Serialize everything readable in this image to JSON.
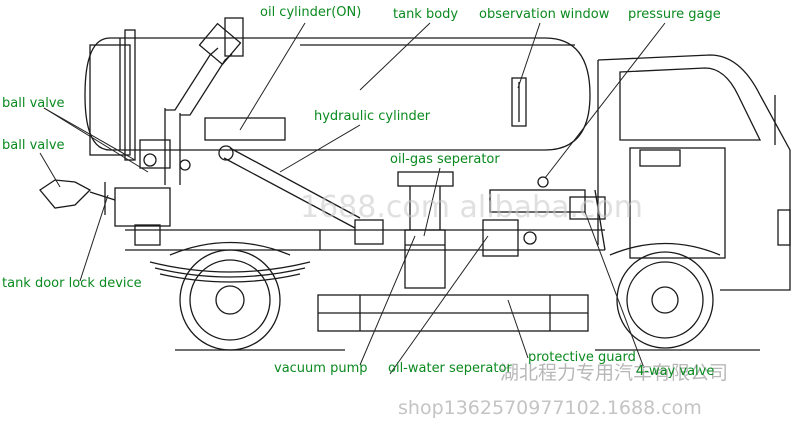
{
  "labels": {
    "oil_cylinder": "oil cylinder(ON)",
    "tank_body": "tank body",
    "observation_window": "observation window",
    "pressure_gage": "pressure gage",
    "ball_valve_1": "ball valve",
    "ball_valve_2": "ball valve",
    "hydraulic_cylinder": "hydraulic cylinder",
    "oil_gas_seperator": "oil-gas seperator",
    "tank_door_lock": "tank door lock device",
    "protective_guard": "protective guard",
    "vacuum_pump": "vacuum pump",
    "oil_water_seperator": "oil-water seperator",
    "four_way_valve": "4-way valve"
  },
  "watermarks": {
    "center": "1688.com alibaba.com",
    "company": "湖北程力专用汽车有限公司",
    "shop": "shop1362570977102.1688.com"
  },
  "colors": {
    "label_green": "#0a8a1f",
    "line": "#1a1a1a",
    "watermark": "#c8c8c8"
  }
}
